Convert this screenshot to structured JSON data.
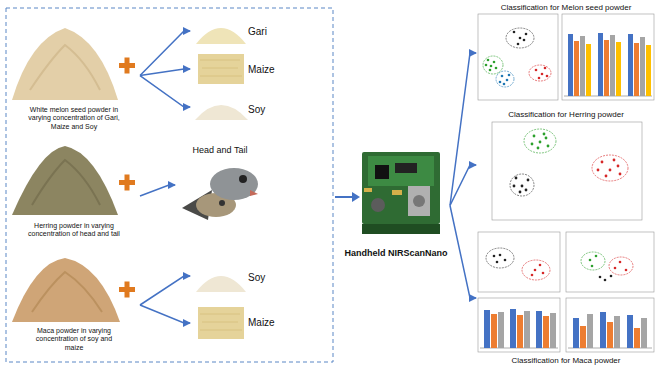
{
  "diagram": {
    "nodes": [
      {
        "text": [
          "White melon seed powder in varying concentration of Gari, Maize and Soy"
        ]
      },
      {
        "text": [
          "Gari"
        ]
      },
      {
        "text": [
          "Maize"
        ]
      },
      {
        "text": [
          "Soy"
        ]
      },
      {
        "text": [
          "Herring powder in varying concentration of head and tail"
        ]
      },
      {
        "text": [
          "Head and Tail"
        ]
      },
      {
        "text": [
          "Maca powder in varying concentration of soy and maize"
        ]
      },
      {
        "text": [
          "Soy"
        ]
      },
      {
        "text": [
          "Maize"
        ]
      },
      {
        "text": [
          "Handheld NIRScanNano"
        ]
      },
      {
        "text": [
          "Classification for Melon seed powder"
        ]
      },
      {
        "text": [
          "Classification for Herring powder"
        ]
      },
      {
        "text": [
          "Classification for Maca powder"
        ]
      }
    ],
    "edges": [
      {
        "from": 0,
        "to": 1,
        "arrow": "to"
      },
      {
        "from": 0,
        "to": 2,
        "arrow": "to"
      },
      {
        "from": 0,
        "to": 3,
        "arrow": "to"
      },
      {
        "from": 4,
        "to": 5,
        "arrow": "to"
      },
      {
        "from": 6,
        "to": 7,
        "arrow": "to"
      },
      {
        "from": 6,
        "to": 8,
        "arrow": "to"
      },
      {
        "from": 9,
        "to": 10,
        "arrow": "to"
      },
      {
        "from": 9,
        "to": 11,
        "arrow": "to"
      },
      {
        "from": 9,
        "to": 12,
        "arrow": "to"
      }
    ]
  }
}
